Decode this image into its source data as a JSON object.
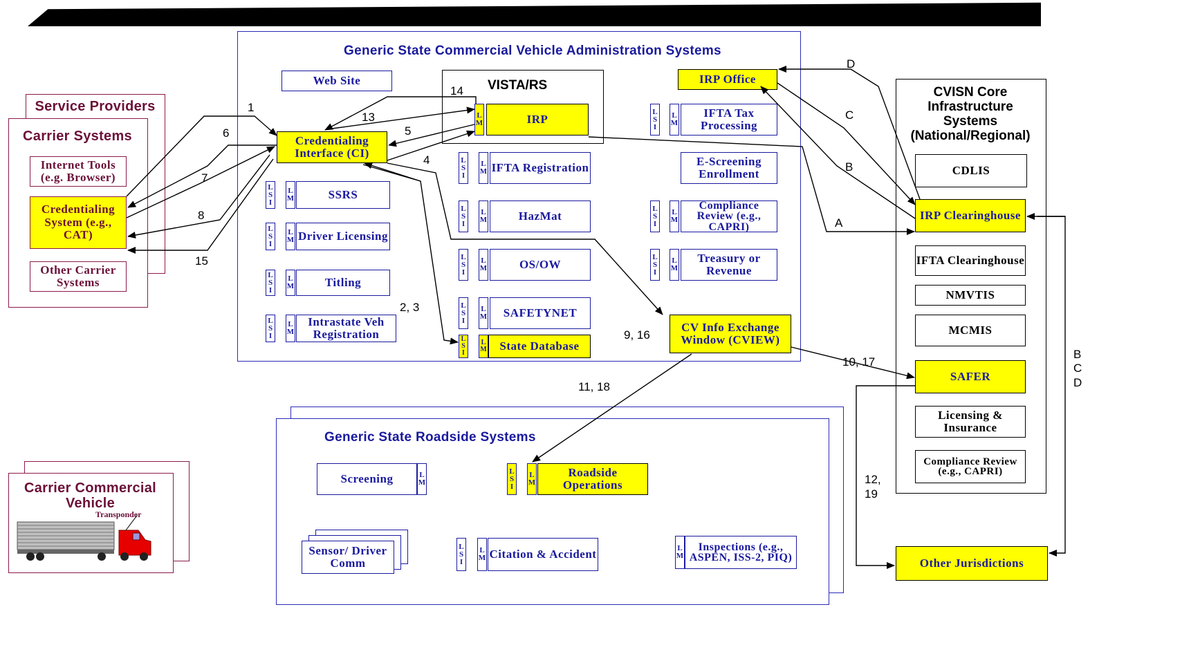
{
  "state_systems": {
    "title": "Generic State Commercial Vehicle Administration Systems",
    "web_site": "Web Site",
    "vista_title": "VISTA/RS",
    "irp": "IRP",
    "ci": "Credentialing Interface (CI)",
    "ifta_registration": "IFTA Registration",
    "hazmat": "HazMat",
    "osow": "OS/OW",
    "safetynet": "SAFETYNET",
    "state_database": "State Database",
    "ssrs": "SSRS",
    "driver_licensing": "Driver Licensing",
    "titling": "Titling",
    "intrastate": "Intrastate Veh Registration",
    "irp_office": "IRP Office",
    "ifta_tax": "IFTA Tax Processing",
    "escreening": "E-Screening Enrollment",
    "compliance_review": "Compliance Review (e.g., CAPRI)",
    "treasury": "Treasury or Revenue",
    "cview": "CV Info Exchange Window (CVIEW)"
  },
  "carrier": {
    "service_providers": "Service Providers",
    "carrier_systems": "Carrier Systems",
    "internet_tools": "Internet Tools (e.g. Browser)",
    "credentialing_system": "Credentialing System (e.g., CAT)",
    "other_carrier": "Other Carrier Systems"
  },
  "cvisn": {
    "title": "CVISN Core Infrastructure Systems (National/Regional)",
    "cdlis": "CDLIS",
    "irp_clearinghouse": "IRP Clearinghouse",
    "ifta_clearinghouse": "IFTA Clearinghouse",
    "nmvtis": "NMVTIS",
    "mcmis": "MCMIS",
    "safer": "SAFER",
    "licensing": "Licensing & Insurance",
    "compliance": "Compliance Review (e.g., CAPRI)"
  },
  "roadside": {
    "title": "Generic State Roadside Systems",
    "screening": "Screening",
    "roadside_ops": "Roadside Operations",
    "sensor": "Sensor/ Driver Comm",
    "citation": "Citation & Accident",
    "inspections": "Inspections (e.g., ASPEN, ISS-2, PIQ)"
  },
  "vehicle": {
    "title": "Carrier Commercial Vehicle",
    "transponder": "Transponder"
  },
  "other_jurisdictions": "Other Jurisdictions",
  "tags": {
    "l": "L",
    "s": "S",
    "i": "I",
    "m": "M"
  },
  "flow_labels": {
    "f1": "1",
    "f6": "6",
    "f7": "7",
    "f8": "8",
    "f15": "15",
    "f13": "13",
    "f14": "14",
    "f5": "5",
    "f4": "4",
    "f23": "2, 3",
    "f916": "9, 16",
    "f1118": "11, 18",
    "f1017": "10, 17",
    "f1219": "12,\n19",
    "fA": "A",
    "fB": "B",
    "fC": "C",
    "fD": "D",
    "fBCD": "B\nC\nD"
  }
}
